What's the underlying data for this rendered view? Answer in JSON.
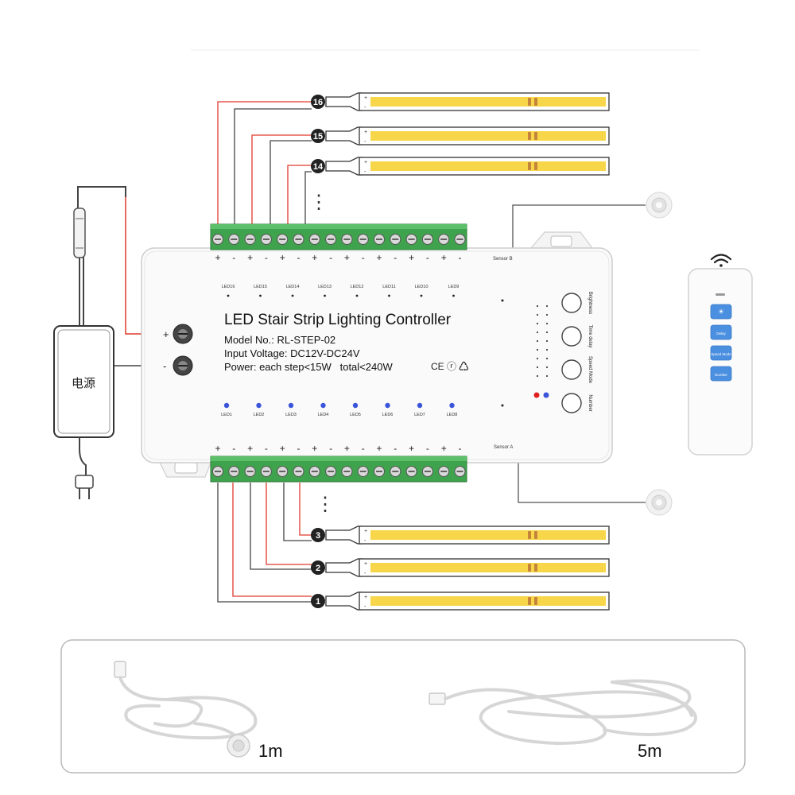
{
  "controller": {
    "title": "LED Stair Strip Lighting Controller",
    "model": "Model No.: RL-STEP-02",
    "input_voltage": "Input Voltage: DC12V-DC24V",
    "power": "Power: each step<15W   total<240W",
    "certifications": "CE ⓡ ♺",
    "top_led_labels": [
      "LED16",
      "LED15",
      "LED14",
      "LED13",
      "LED12",
      "LED11",
      "LED10",
      "LED9"
    ],
    "bottom_led_labels": [
      "LED1",
      "LED2",
      "LED3",
      "LED4",
      "LED5",
      "LED6",
      "LED7",
      "LED8"
    ],
    "power_plus": "+",
    "power_minus": "-",
    "sensor_b": "Sensor B",
    "sensor_a": "Sensor A",
    "buttons": [
      "Brightness",
      "Time delay",
      "Speed Mode",
      "Number"
    ]
  },
  "terminals": {
    "top_polarity": [
      "+",
      "-",
      "+",
      "-",
      "+",
      "-",
      "+",
      "-",
      "+",
      "-",
      "+",
      "-",
      "+",
      "-",
      "+",
      "-"
    ],
    "bottom_polarity": [
      "+",
      "-",
      "+",
      "-",
      "+",
      "-",
      "+",
      "-",
      "+",
      "-",
      "+",
      "-",
      "+",
      "-",
      "+",
      "-"
    ]
  },
  "strips": {
    "top_numbers": [
      "16",
      "15",
      "14"
    ],
    "bottom_numbers": [
      "3",
      "2",
      "1"
    ],
    "ellipsis": "⋮"
  },
  "power_supply": {
    "label": "电源"
  },
  "remote": {
    "buttons": [
      "☀",
      "Delay",
      "Speed Mode",
      "Number"
    ],
    "signal_icon": "wifi-signal-icon"
  },
  "cables": {
    "short_label": "1m",
    "long_label": "5m"
  },
  "colors": {
    "terminal_green": "#3fa34d",
    "strip_yellow": "#f7d64a",
    "wire_red": "#e03a2f",
    "led_blue": "#3a55d9"
  }
}
